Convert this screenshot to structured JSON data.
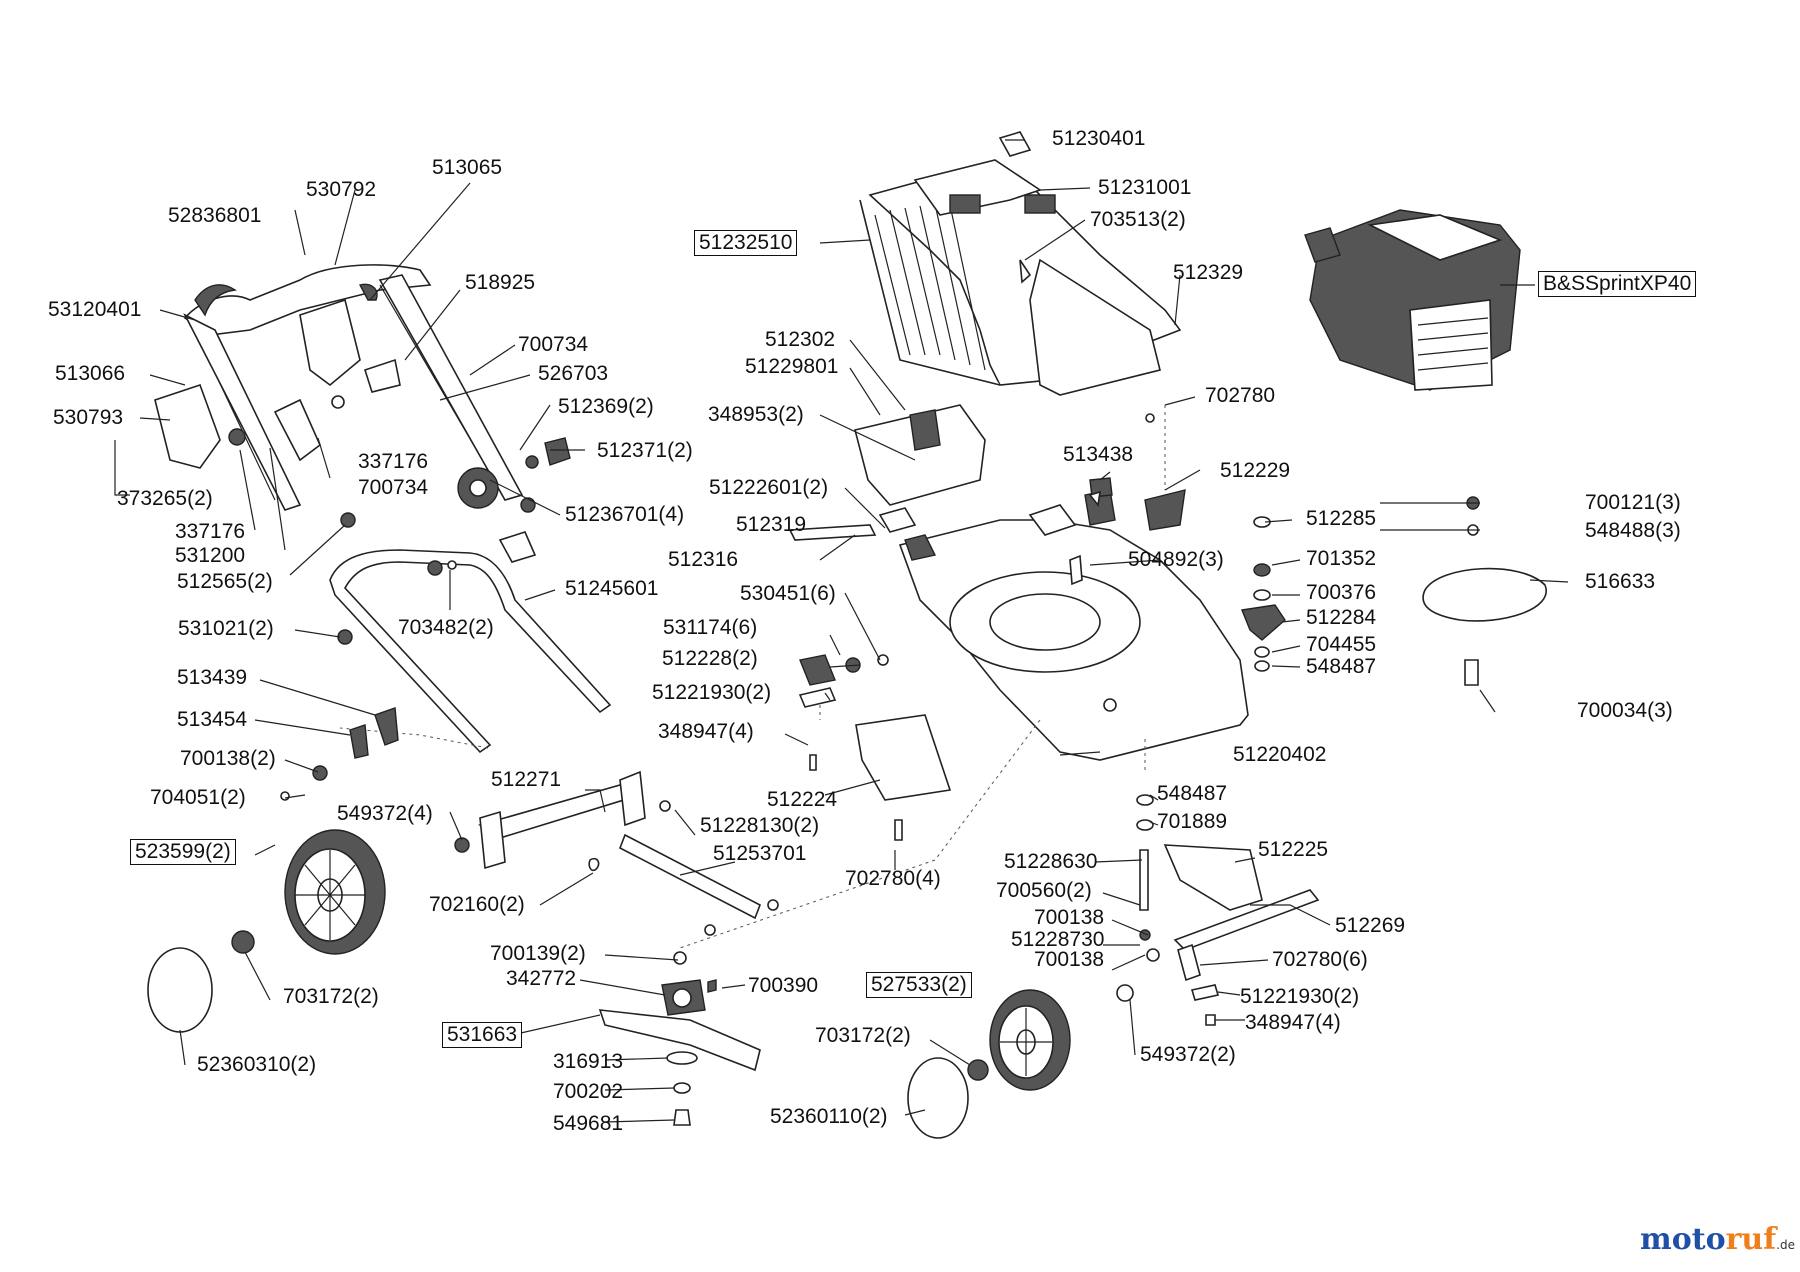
{
  "labels": [
    {
      "id": "l1",
      "text": "52836801"
    },
    {
      "id": "l2",
      "text": "530792"
    },
    {
      "id": "l3",
      "text": "513065"
    },
    {
      "id": "l4",
      "text": "53120401"
    },
    {
      "id": "l5",
      "text": "518925"
    },
    {
      "id": "l6",
      "text": "700734"
    },
    {
      "id": "l7",
      "text": "526703"
    },
    {
      "id": "l8",
      "text": "513066"
    },
    {
      "id": "l9",
      "text": "530793"
    },
    {
      "id": "l10",
      "text": "512369(2)"
    },
    {
      "id": "l11",
      "text": "337176"
    },
    {
      "id": "l12",
      "text": "512371(2)"
    },
    {
      "id": "l13",
      "text": "700734"
    },
    {
      "id": "l14",
      "text": "373265(2)"
    },
    {
      "id": "l15",
      "text": "337176"
    },
    {
      "id": "l16",
      "text": "531200"
    },
    {
      "id": "l17",
      "text": "51236701(4)"
    },
    {
      "id": "l18",
      "text": "512565(2)"
    },
    {
      "id": "l19",
      "text": "51245601"
    },
    {
      "id": "l20",
      "text": "703482(2)"
    },
    {
      "id": "l21",
      "text": "531021(2)"
    },
    {
      "id": "l22",
      "text": "513439"
    },
    {
      "id": "l23",
      "text": "513454"
    },
    {
      "id": "l24",
      "text": "700138(2)"
    },
    {
      "id": "l25",
      "text": "704051(2)"
    },
    {
      "id": "l26",
      "text": "512271"
    },
    {
      "id": "l27",
      "text": "549372(4)"
    },
    {
      "id": "l28",
      "text": "51228130(2)"
    },
    {
      "id": "l29",
      "text": "51253701"
    },
    {
      "id": "l30",
      "text": "702160(2)"
    },
    {
      "id": "l31",
      "text": "703172(2)"
    },
    {
      "id": "l32",
      "text": "52360310(2)"
    },
    {
      "id": "l33",
      "text": "700139(2)"
    },
    {
      "id": "l34",
      "text": "342772"
    },
    {
      "id": "l35",
      "text": "700390"
    },
    {
      "id": "l36",
      "text": "316913"
    },
    {
      "id": "l37",
      "text": "700202"
    },
    {
      "id": "l38",
      "text": "549681"
    },
    {
      "id": "l39",
      "text": "703172(2)"
    },
    {
      "id": "l40",
      "text": "52360110(2)"
    },
    {
      "id": "l41",
      "text": "51230401"
    },
    {
      "id": "l42",
      "text": "51231001"
    },
    {
      "id": "l43",
      "text": "703513(2)"
    },
    {
      "id": "l44",
      "text": "512329"
    },
    {
      "id": "l45",
      "text": "512302"
    },
    {
      "id": "l46",
      "text": "51229801"
    },
    {
      "id": "l47",
      "text": "348953(2)"
    },
    {
      "id": "l48",
      "text": "702780"
    },
    {
      "id": "l49",
      "text": "513438"
    },
    {
      "id": "l50",
      "text": "512229"
    },
    {
      "id": "l51",
      "text": "51222601(2)"
    },
    {
      "id": "l52",
      "text": "512319"
    },
    {
      "id": "l53",
      "text": "512316"
    },
    {
      "id": "l54",
      "text": "512285"
    },
    {
      "id": "l55",
      "text": "504892(3)"
    },
    {
      "id": "l56",
      "text": "701352"
    },
    {
      "id": "l57",
      "text": "530451(6)"
    },
    {
      "id": "l58",
      "text": "700376"
    },
    {
      "id": "l59",
      "text": "531174(6)"
    },
    {
      "id": "l60",
      "text": "512284"
    },
    {
      "id": "l61",
      "text": "512228(2)"
    },
    {
      "id": "l62",
      "text": "704455"
    },
    {
      "id": "l63",
      "text": "548487"
    },
    {
      "id": "l64",
      "text": "51221930(2)"
    },
    {
      "id": "l65",
      "text": "348947(4)"
    },
    {
      "id": "l66",
      "text": "51220402"
    },
    {
      "id": "l67",
      "text": "512224"
    },
    {
      "id": "l68",
      "text": "548487"
    },
    {
      "id": "l69",
      "text": "701889"
    },
    {
      "id": "l70",
      "text": "702780(4)"
    },
    {
      "id": "l71",
      "text": "51228630"
    },
    {
      "id": "l72",
      "text": "512225"
    },
    {
      "id": "l73",
      "text": "700560(2)"
    },
    {
      "id": "l74",
      "text": "700138"
    },
    {
      "id": "l75",
      "text": "512269"
    },
    {
      "id": "l76",
      "text": "51228730"
    },
    {
      "id": "l77",
      "text": "700138"
    },
    {
      "id": "l78",
      "text": "702780(6)"
    },
    {
      "id": "l79",
      "text": "51221930(2)"
    },
    {
      "id": "l80",
      "text": "348947(4)"
    },
    {
      "id": "l81",
      "text": "549372(2)"
    },
    {
      "id": "l82",
      "text": "700121(3)"
    },
    {
      "id": "l83",
      "text": "548488(3)"
    },
    {
      "id": "l84",
      "text": "516633"
    },
    {
      "id": "l85",
      "text": "700034(3)"
    }
  ],
  "boxed_labels": [
    {
      "id": "b1",
      "text": "51232510"
    },
    {
      "id": "b2",
      "text": "B&SSprintXP40"
    },
    {
      "id": "b3",
      "text": "523599(2)"
    },
    {
      "id": "b4",
      "text": "527533(2)"
    },
    {
      "id": "b5",
      "text": "531663"
    }
  ],
  "watermark": {
    "brand_main": "moto",
    "brand_accent": "ruf",
    "suffix": ".de",
    "colors": {
      "main": "#1f4fa6",
      "accent": "#ee7f1a"
    }
  }
}
